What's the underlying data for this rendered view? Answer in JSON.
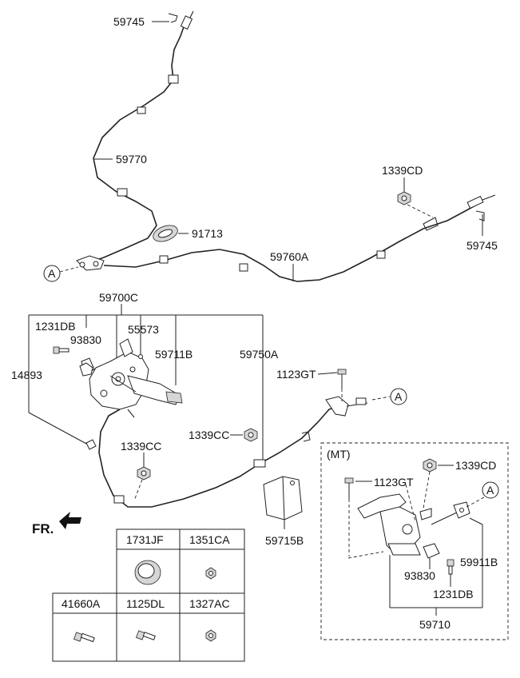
{
  "labels": {
    "l59745_top": "59745",
    "l59770": "59770",
    "l1339CD_top": "1339CD",
    "l59745_right": "59745",
    "l91713": "91713",
    "l59760A": "59760A",
    "l59700C": "59700C",
    "l1231DB": "1231DB",
    "l93830": "93830",
    "l55573": "55573",
    "l59711B": "59711B",
    "l59750A": "59750A",
    "l14893": "14893",
    "l1123GT": "1123GT",
    "l1339CC_a": "1339CC",
    "l1339CC_b": "1339CC",
    "l59715B": "59715B",
    "fr": "FR.",
    "callout": "A",
    "mt": "(MT)",
    "mt_1123GT": "1123GT",
    "mt_1339CD": "1339CD",
    "mt_59911B": "59911B",
    "mt_93830": "93830",
    "mt_1231DB": "1231DB",
    "mt_59710": "59710"
  },
  "parts_table": {
    "row1": [
      "1731JF",
      "1351CA"
    ],
    "row2": [
      "41660A",
      "1125DL",
      "1327AC"
    ]
  }
}
